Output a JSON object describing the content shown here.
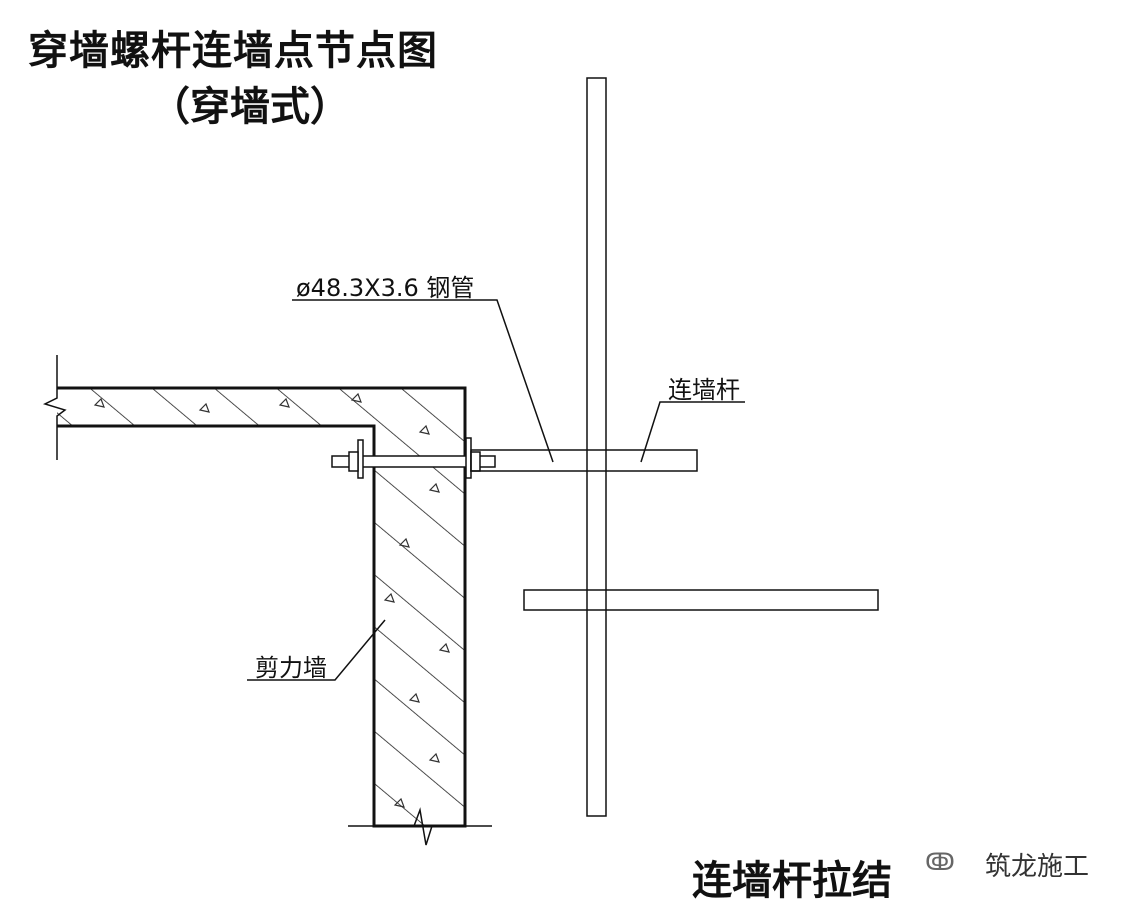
{
  "title": {
    "line1": "穿墙螺杆连墙点节点图",
    "line2": "（穿墙式）"
  },
  "labels": {
    "pipe": "ø48.3X3.6 钢管",
    "tie_rod": "连墙杆",
    "shear_wall": "剪力墙"
  },
  "caption": "连墙杆拉结",
  "watermark": {
    "icon": "wechat-logo-icon",
    "text": "筑龙施工"
  }
}
